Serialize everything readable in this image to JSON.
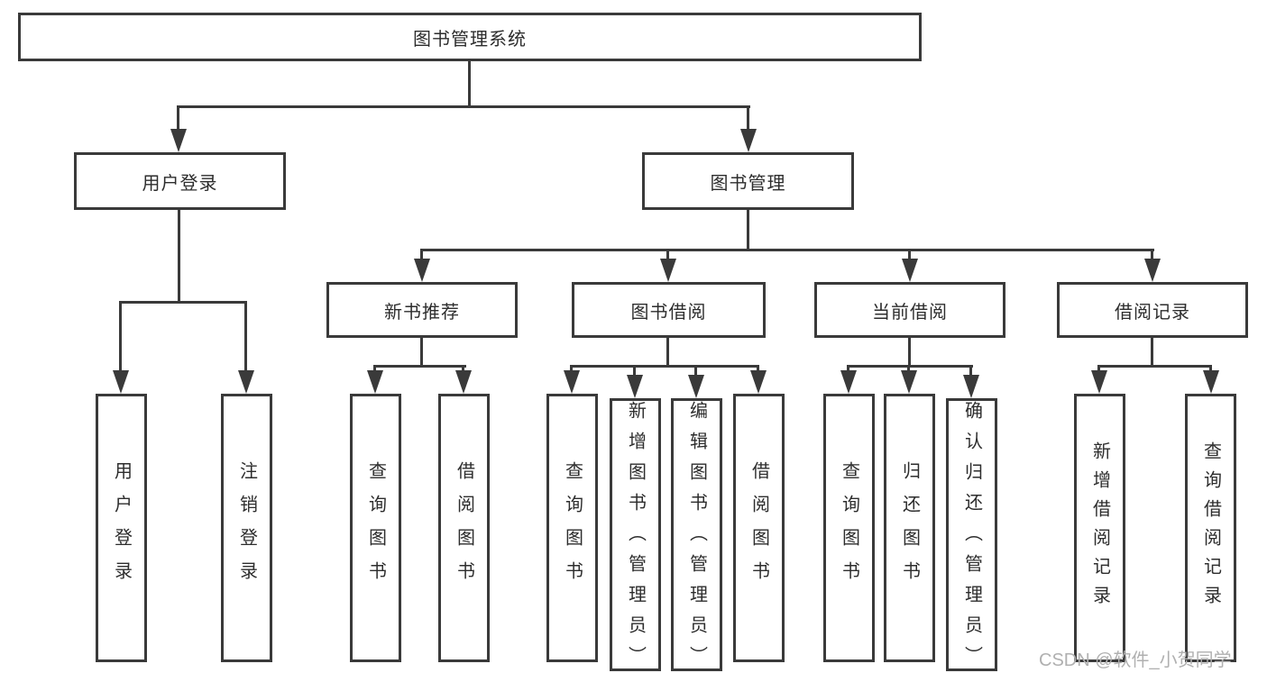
{
  "colors": {
    "line": "#3a3a3a",
    "text": "#2d2d2d",
    "watermark": "#b0b0b0",
    "background": "#ffffff"
  },
  "watermark": "CSDN @软件_小贺同学",
  "nodes": {
    "root": {
      "label": "图书管理系统"
    },
    "user_login": {
      "label": "用户登录"
    },
    "book_mgmt": {
      "label": "图书管理"
    },
    "new_book_rec": {
      "label": "新书推荐"
    },
    "book_borrow": {
      "label": "图书借阅"
    },
    "current_borrow": {
      "label": "当前借阅"
    },
    "borrow_records": {
      "label": "借阅记录"
    },
    "leaf_user_login": {
      "label": "用户登录"
    },
    "leaf_logout": {
      "label": "注销登录"
    },
    "leaf_nb_query": {
      "label": "查询图书"
    },
    "leaf_nb_borrow": {
      "label": "借阅图书"
    },
    "leaf_bb_query": {
      "label": "查询图书"
    },
    "leaf_bb_add": {
      "label": "新增图书（管理员）"
    },
    "leaf_bb_edit": {
      "label": "编辑图书（管理员）"
    },
    "leaf_bb_borrow": {
      "label": "借阅图书"
    },
    "leaf_cb_query": {
      "label": "查询图书"
    },
    "leaf_cb_return": {
      "label": "归还图书"
    },
    "leaf_cb_confirm": {
      "label": "确认归还（管理员）"
    },
    "leaf_br_add": {
      "label": "新增借阅记录"
    },
    "leaf_br_query": {
      "label": "查询借阅记录"
    }
  }
}
